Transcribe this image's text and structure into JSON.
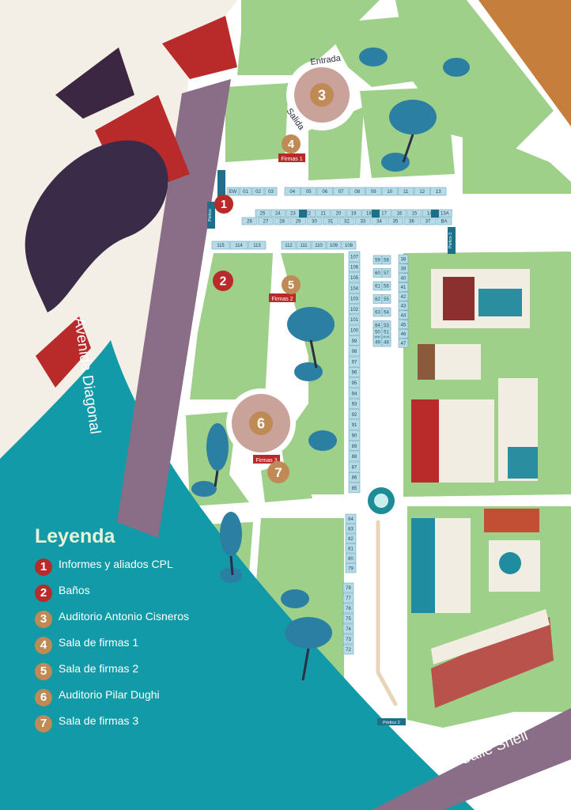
{
  "streets": {
    "diagonal": "Avenida Diagonal",
    "shell": "Calle Shell"
  },
  "labels": {
    "entrada": "Entrada",
    "salida": "Salida",
    "firmas1": "Firmas 1",
    "firmas2": "Firmas 2",
    "firmas3": "Firmas 3",
    "porticos": [
      "Pórtico",
      "Pórtico 3",
      "Pórtico 2"
    ]
  },
  "markers": [
    {
      "num": "1",
      "kind": "red"
    },
    {
      "num": "2",
      "kind": "red"
    },
    {
      "num": "3",
      "kind": "tan"
    },
    {
      "num": "4",
      "kind": "tan"
    },
    {
      "num": "5",
      "kind": "tan"
    },
    {
      "num": "6",
      "kind": "tan"
    },
    {
      "num": "7",
      "kind": "tan"
    }
  ],
  "stands": {
    "row1": [
      "EW",
      "01",
      "02",
      "03",
      "04",
      "05",
      "06",
      "07",
      "08",
      "09",
      "10",
      "11",
      "12",
      "13"
    ],
    "row2_top": [
      "25",
      "24",
      "23",
      "22",
      "21",
      "20",
      "19",
      "18",
      "17",
      "16",
      "15",
      "14",
      "13A"
    ],
    "row2_bottom": [
      "26",
      "27",
      "28",
      "29",
      "30",
      "31",
      "32",
      "33",
      "34",
      "35",
      "36",
      "37",
      "BA"
    ],
    "row3": [
      "115",
      "114",
      "113",
      "112",
      "111",
      "110",
      "109",
      "108"
    ],
    "colA": [
      "107",
      "106",
      "105",
      "104",
      "103",
      "102",
      "101",
      "100",
      "99",
      "98",
      "97",
      "96",
      "95",
      "94",
      "93",
      "92",
      "91",
      "90",
      "89",
      "88",
      "87",
      "86",
      "85"
    ],
    "colB": [
      "84",
      "83",
      "82",
      "81",
      "80",
      "79"
    ],
    "colC": [
      "78",
      "77",
      "76",
      "75",
      "74",
      "73",
      "72"
    ],
    "colD_left": [
      "59",
      "60",
      "61",
      "62",
      "63",
      "64",
      "65",
      "50",
      "49"
    ],
    "colD_right": [
      "58",
      "57",
      "56",
      "55",
      "54",
      "53",
      "52",
      "51",
      "48"
    ],
    "colE": [
      "38",
      "39",
      "40",
      "41",
      "42",
      "43",
      "44",
      "45",
      "46",
      "47"
    ]
  },
  "legend": {
    "title": "Leyenda",
    "items": [
      {
        "num": "1",
        "kind": "red",
        "text": "Informes y aliados CPL"
      },
      {
        "num": "2",
        "kind": "red",
        "text": "Baños"
      },
      {
        "num": "3",
        "kind": "tan",
        "text": "Auditorio Antonio Cisneros"
      },
      {
        "num": "4",
        "kind": "tan",
        "text": "Sala de firmas 1"
      },
      {
        "num": "5",
        "kind": "tan",
        "text": "Sala de firmas 2"
      },
      {
        "num": "6",
        "kind": "tan",
        "text": "Auditorio Pilar Dughi"
      },
      {
        "num": "7",
        "kind": "tan",
        "text": "Sala de firmas 3"
      }
    ]
  },
  "colors": {
    "teal": "#129aa8",
    "green": "#9fd08a",
    "path": "#ffffff",
    "purple": "#8a6d86",
    "brown": "#c67e3d",
    "stand": "#b7dbe6",
    "red_marker": "#b92a2a",
    "tan_marker": "#c08a55"
  }
}
